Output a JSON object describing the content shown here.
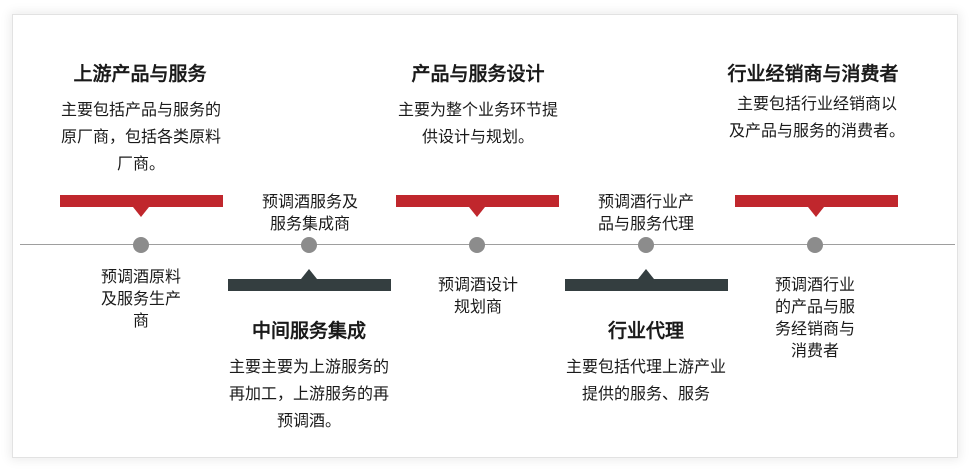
{
  "stage1": {
    "title": "上游产品与服务",
    "desc": [
      "主要包括产品与服务的",
      "原厂商，包括各类原料",
      "厂商。"
    ],
    "node": [
      "预调酒原料",
      "及服务生产",
      "商"
    ]
  },
  "stage2": {
    "title": "中间服务集成",
    "desc": [
      "主要主要为上游服务的",
      "再加工，上游服务的再",
      "预调酒。"
    ],
    "node": [
      "预调酒服务及",
      "服务集成商"
    ]
  },
  "stage3": {
    "title": "产品与服务设计",
    "desc": [
      "主要为整个业务环节提",
      "供设计与规划。"
    ],
    "node": [
      "预调酒设计",
      "规划商"
    ]
  },
  "stage4": {
    "title": "行业代理",
    "desc": [
      "主要包括代理上游产业",
      "提供的服务、服务"
    ],
    "node": [
      "预调酒行业产",
      "品与服务代理"
    ]
  },
  "stage5": {
    "title": "行业经销商与消费者",
    "desc": [
      "主要包括行业经销商以",
      "及产品与服务的消费者。"
    ],
    "node": [
      "预调酒行业",
      "的产品与服",
      "务经销商与",
      "消费者"
    ]
  },
  "colors": {
    "red": "#c0272d",
    "dark": "#343e40",
    "dot": "#8c8c8c"
  }
}
